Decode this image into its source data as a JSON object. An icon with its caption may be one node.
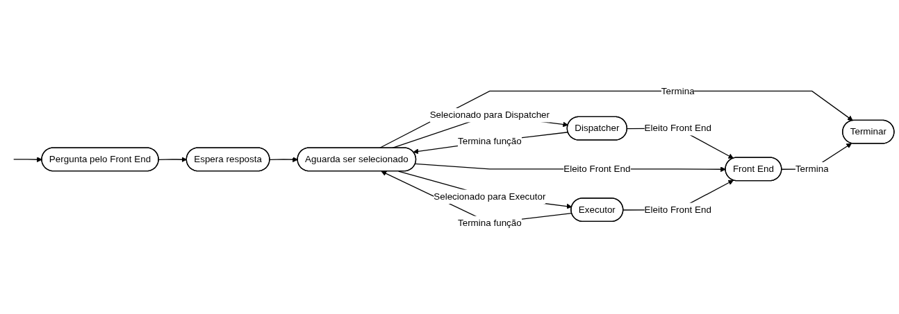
{
  "diagram": {
    "nodes": [
      {
        "text": [
          "Pergunta pelo Front End"
        ]
      },
      {
        "text": [
          "Espera resposta"
        ]
      },
      {
        "text": [
          "Dispatcher"
        ]
      },
      {
        "text": [
          "Aguarda ser selecionado"
        ]
      },
      {
        "text": [
          "Executor"
        ]
      },
      {
        "text": [
          "Terminar"
        ]
      },
      {
        "text": [
          "Front End"
        ]
      }
    ],
    "edges": [
      {
        "from": null,
        "to": 0,
        "arrow": "to"
      },
      {
        "from": 0,
        "to": 1,
        "arrow": "to"
      },
      {
        "from": 1,
        "to": 3,
        "arrow": "to"
      },
      {
        "from": 3,
        "to": 2,
        "arrow": "to",
        "label": "Selecionado para Dispatcher"
      },
      {
        "from": 2,
        "to": 3,
        "arrow": "to",
        "label": "Termina função"
      },
      {
        "from": 2,
        "to": 6,
        "arrow": "to",
        "label": "Eleito Front End"
      },
      {
        "from": 3,
        "to": 5,
        "arrow": "to",
        "label": "Termina"
      },
      {
        "from": 3,
        "to": 6,
        "arrow": "to",
        "label": "Eleito Front End"
      },
      {
        "from": 3,
        "to": 4,
        "arrow": "to",
        "label": "Selecionado para Executor"
      },
      {
        "from": 4,
        "to": 3,
        "arrow": "to",
        "label": "Termina função"
      },
      {
        "from": 4,
        "to": 6,
        "arrow": "to",
        "label": "Eleito Front End"
      },
      {
        "from": 6,
        "to": 5,
        "arrow": "to",
        "label": "Termina"
      }
    ]
  }
}
